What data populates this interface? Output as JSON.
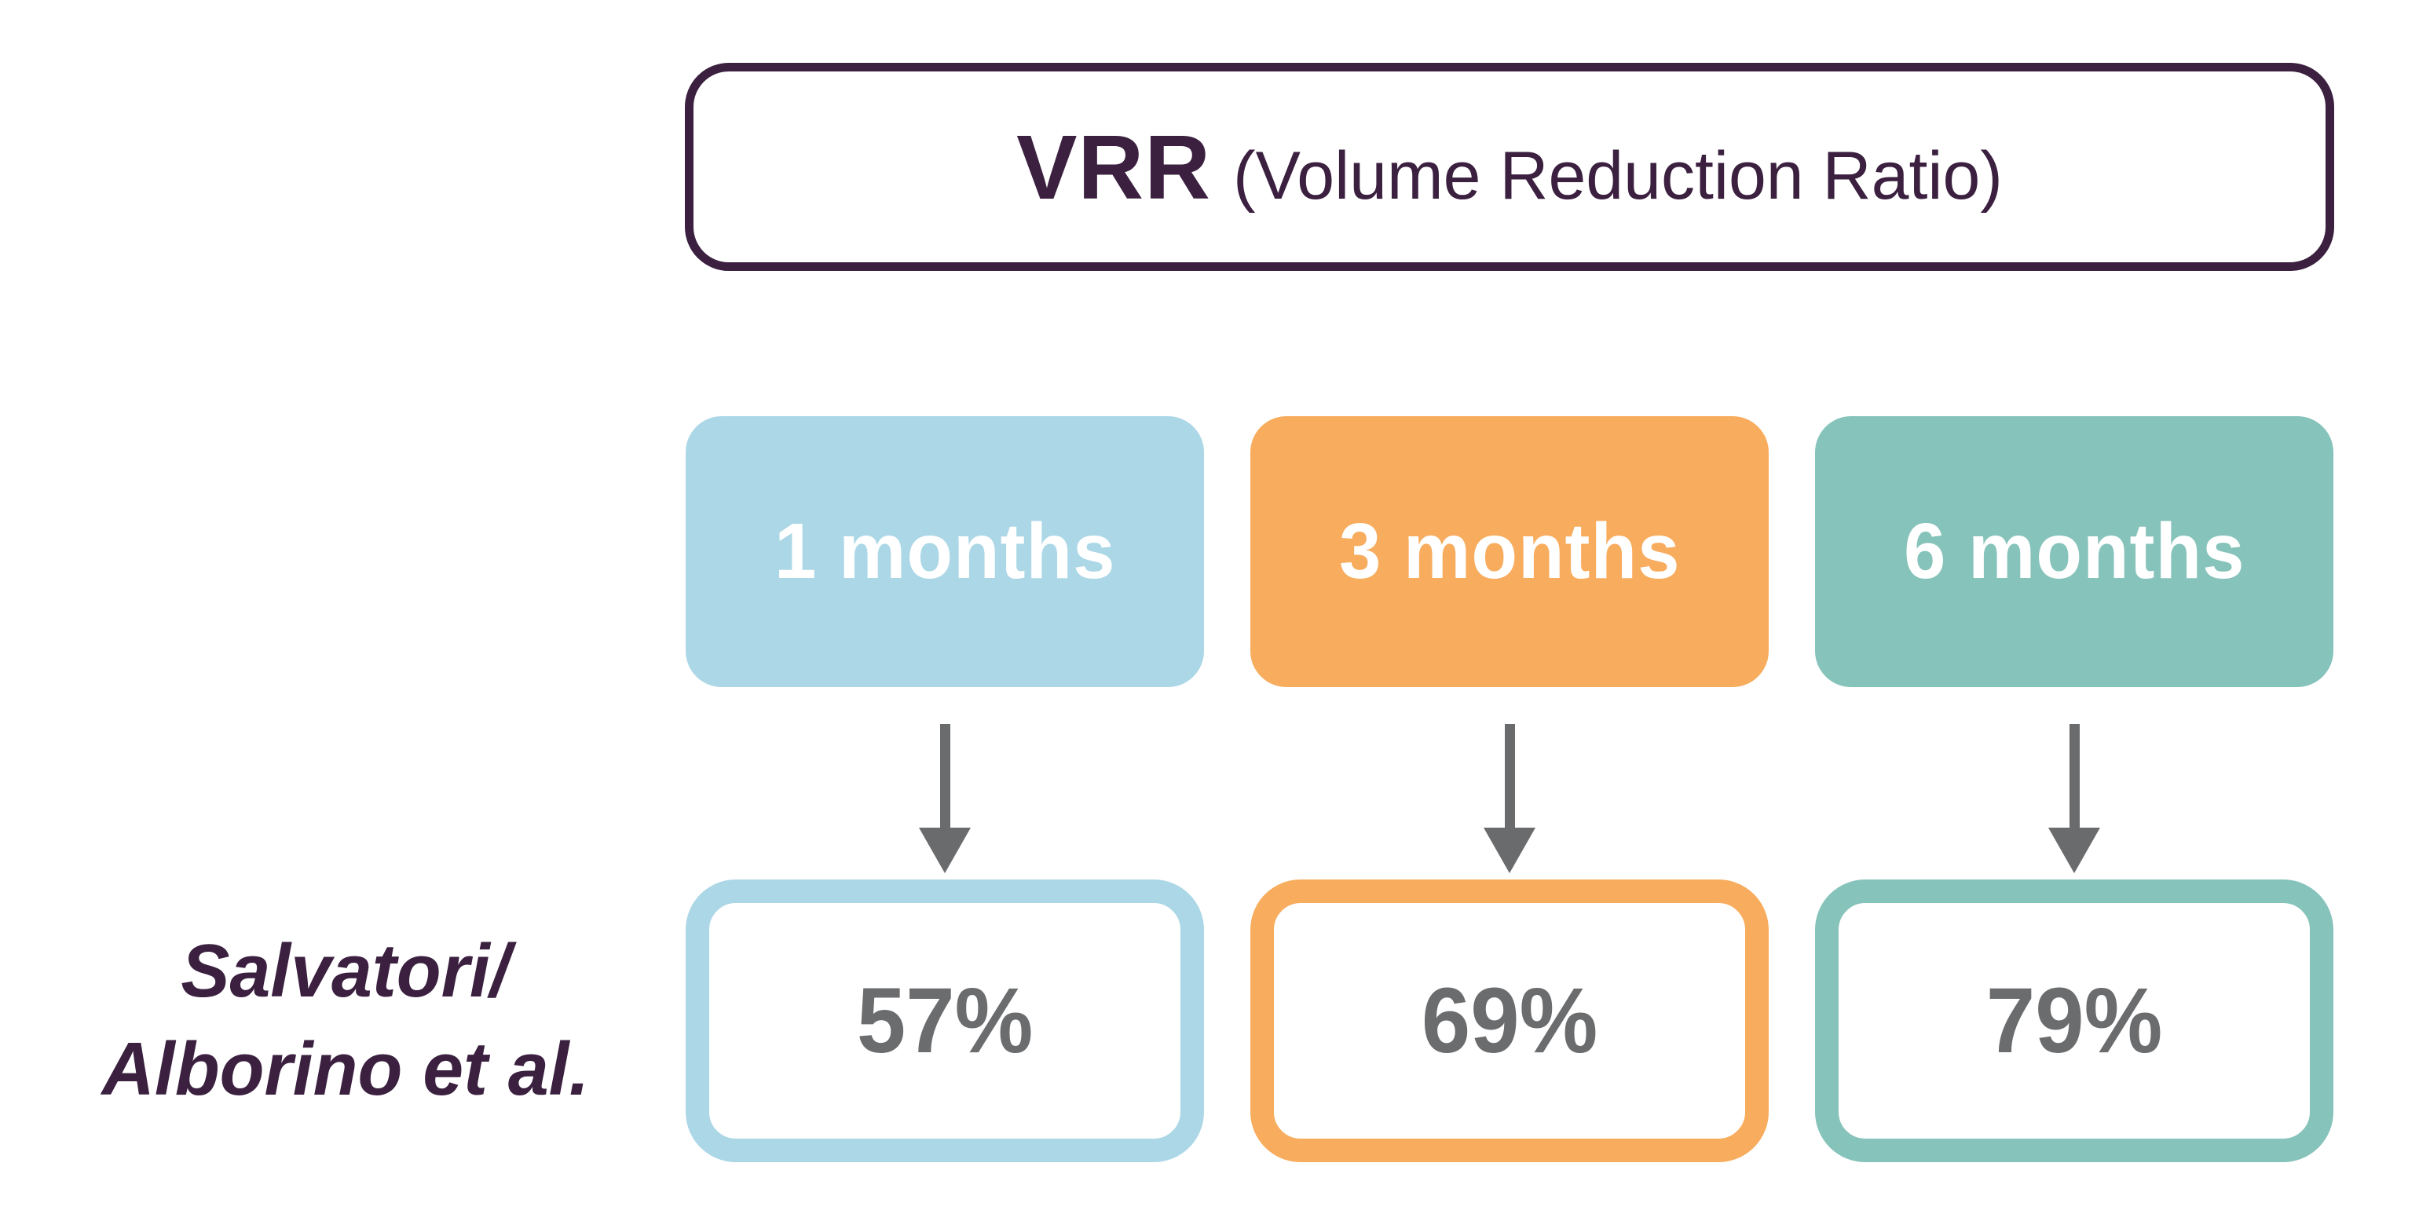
{
  "title": {
    "abbr": "VRR",
    "full": "(Volume Reduction Ratio)"
  },
  "study": {
    "label_line1": "Salvatori/",
    "label_line2": "Alborino et al."
  },
  "columns": [
    {
      "month_label": "1 months",
      "value": "57%",
      "color": "#ABD7E6"
    },
    {
      "month_label": "3 months",
      "value": "69%",
      "color": "#F8AC5E"
    },
    {
      "month_label": "6 months",
      "value": "79%",
      "color": "#86C3BA"
    }
  ],
  "colors": {
    "accent_purple": "#3B2040",
    "arrow_gray": "#6A6B6C",
    "value_gray": "#6B6C6E",
    "background": "#FFFFFF"
  },
  "chart_data": {
    "type": "table",
    "title": "VRR (Volume Reduction Ratio)",
    "categories": [
      "1 months",
      "3 months",
      "6 months"
    ],
    "series": [
      {
        "name": "Salvatori/Alborino et al.",
        "values": [
          57,
          69,
          79
        ]
      }
    ],
    "value_unit": "%"
  }
}
